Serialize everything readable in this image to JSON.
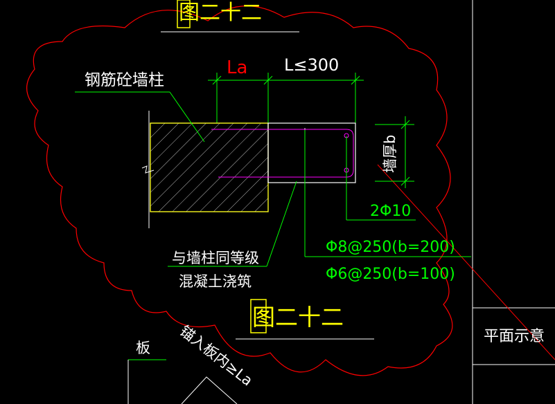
{
  "labels": {
    "top_title": "图二十二",
    "column_name": "钢筋砼墙柱",
    "anchor_length": "La",
    "max_length": "L≤300",
    "wall_thickness": "墙厚b",
    "longitudinal_bars": "2Φ10",
    "stirrup_1": "Φ8@250(b=200)",
    "stirrup_2": "Φ6@250(b=100)",
    "concrete_note_1": "与墙柱同等级",
    "concrete_note_2": "混凝土浇筑",
    "bottom_title": "图二十二",
    "slab": "板",
    "anchor_into_slab": "锚入板内≥La",
    "plan_view": "平面示意"
  },
  "colors": {
    "background": "#000000",
    "cloud": "#ff0000",
    "line": "#ffffff",
    "leader": "#00ff00",
    "dimension_text": "#ffffff",
    "anchor_text": "#ff0000",
    "rebar": "#ff00ff",
    "hatch_fill": "#ffff00",
    "label_text": "#ffffff",
    "callout_text": "#00ff00",
    "title_box": "#ffff00"
  }
}
